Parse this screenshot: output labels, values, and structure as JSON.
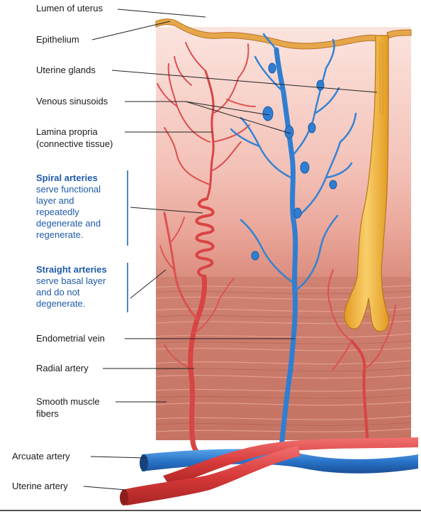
{
  "labels": {
    "lumen": "Lumen of uterus",
    "epithelium": "Epithelium",
    "glands": "Uterine glands",
    "sinusoids": "Venous sinusoids",
    "lamina_line1": "Lamina propria",
    "lamina_line2": "(connective tissue)",
    "endometrial_vein": "Endometrial vein",
    "radial_artery": "Radial artery",
    "smooth_line1": "Smooth muscle",
    "smooth_line2": "fibers",
    "arcuate_artery": "Arcuate artery",
    "uterine_artery": "Uterine artery"
  },
  "spiral": {
    "title": "Spiral arteries",
    "lines": [
      "serve functional",
      "layer and",
      "repeatedly",
      "degenerate and",
      "regenerate."
    ]
  },
  "straight": {
    "title": "Straight arteries",
    "lines": [
      "serve basal layer",
      "and do not",
      "degenerate."
    ]
  },
  "colors": {
    "artery": "#e04a4a",
    "vein": "#2f7ed1",
    "gland": "#f0b43a",
    "muscle": "#c97a6a",
    "lamina": "#f6cfc6",
    "epithelium": "#e2a040",
    "annotation": "#1e5aa8"
  }
}
